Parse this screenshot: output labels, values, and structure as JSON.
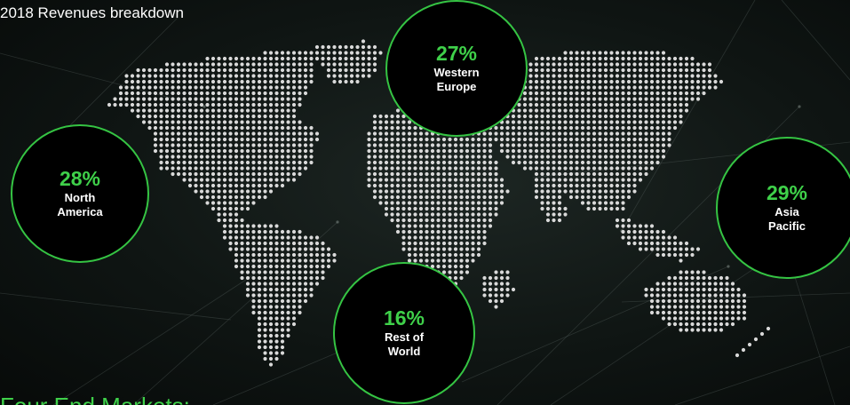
{
  "title": "2018 Revenues breakdown",
  "subtitle": "Four End Markets:",
  "regions": [
    {
      "percent": "28%",
      "name_line1": "North",
      "name_line2": "America"
    },
    {
      "percent": "27%",
      "name_line1": "Western",
      "name_line2": "Europe"
    },
    {
      "percent": "29%",
      "name_line1": "Asia",
      "name_line2": "Pacific"
    },
    {
      "percent": "16%",
      "name_line1": "Rest of",
      "name_line2": "World"
    }
  ],
  "colors": {
    "accent": "#3fd14a",
    "bubble_border": "#35c443",
    "background": "#0f1513",
    "dots": "#d9d9d9"
  }
}
